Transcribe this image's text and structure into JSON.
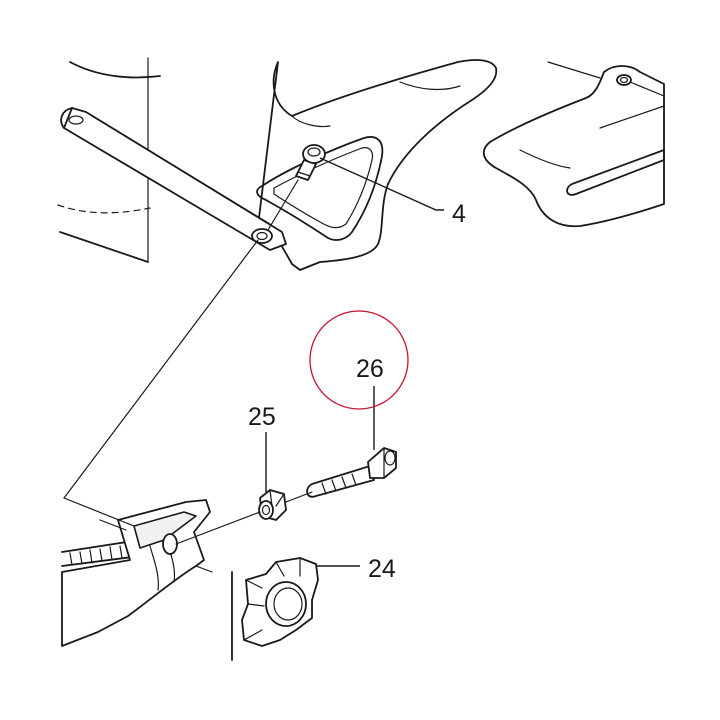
{
  "diagram": {
    "labels": {
      "part_4": "4",
      "part_24": "24",
      "part_25": "25",
      "part_26": "26"
    },
    "highlight": {
      "part": "26",
      "color": "#c8102e"
    }
  }
}
